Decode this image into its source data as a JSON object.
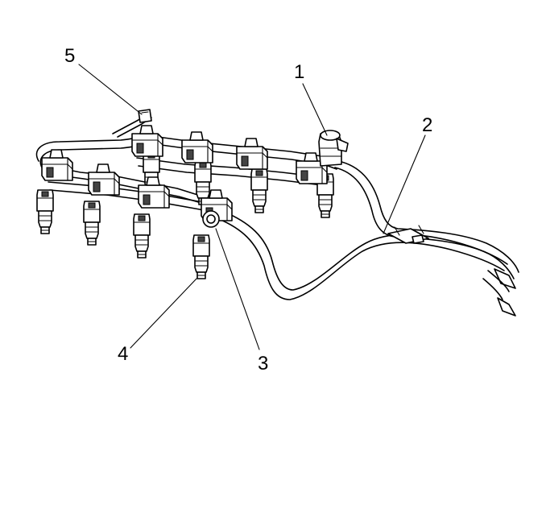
{
  "callouts": {
    "c1": "1",
    "c2": "2",
    "c3": "3",
    "c4": "4",
    "c5": "5"
  },
  "colors": {
    "line": "#000000",
    "background": "#ffffff",
    "shading": "#444444"
  }
}
